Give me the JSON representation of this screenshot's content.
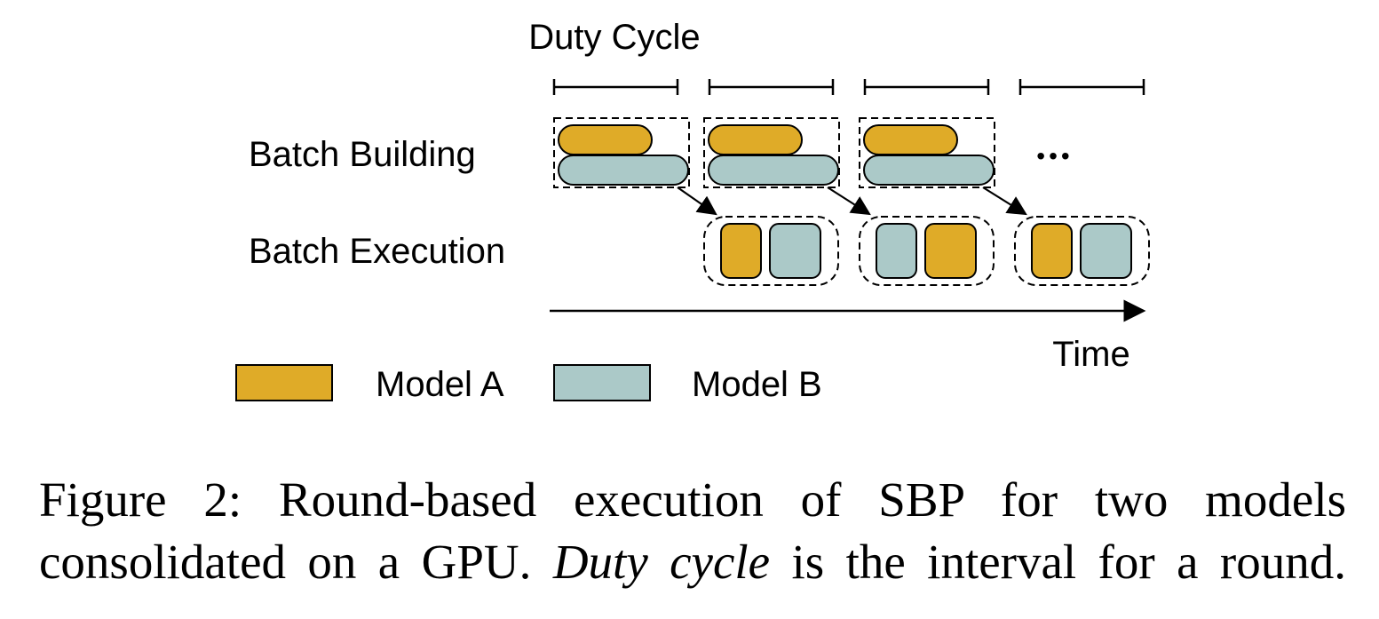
{
  "labels": {
    "duty_cycle": "Duty Cycle",
    "batch_building": "Batch Building",
    "batch_execution": "Batch Execution",
    "time": "Time",
    "ellipsis": "•••"
  },
  "legend": [
    {
      "label": "Model A",
      "color": "#dfab28"
    },
    {
      "label": "Model B",
      "color": "#abc9c8"
    }
  ],
  "colors": {
    "model_a": "#dfab28",
    "model_b": "#abc9c8",
    "stroke": "#000000"
  },
  "rounds": [
    {
      "execution_order": null
    },
    {
      "execution_order": [
        "A",
        "B"
      ]
    },
    {
      "execution_order": [
        "B",
        "A"
      ]
    },
    {
      "execution_order": [
        "A",
        "B"
      ]
    }
  ],
  "caption": {
    "line1": "Figure 2: Round-based execution of SBP for two models",
    "line2_prefix": "consolidated on a GPU. ",
    "line2_emphasis": "Duty cycle",
    "line2_suffix": " is the interval for a round."
  }
}
